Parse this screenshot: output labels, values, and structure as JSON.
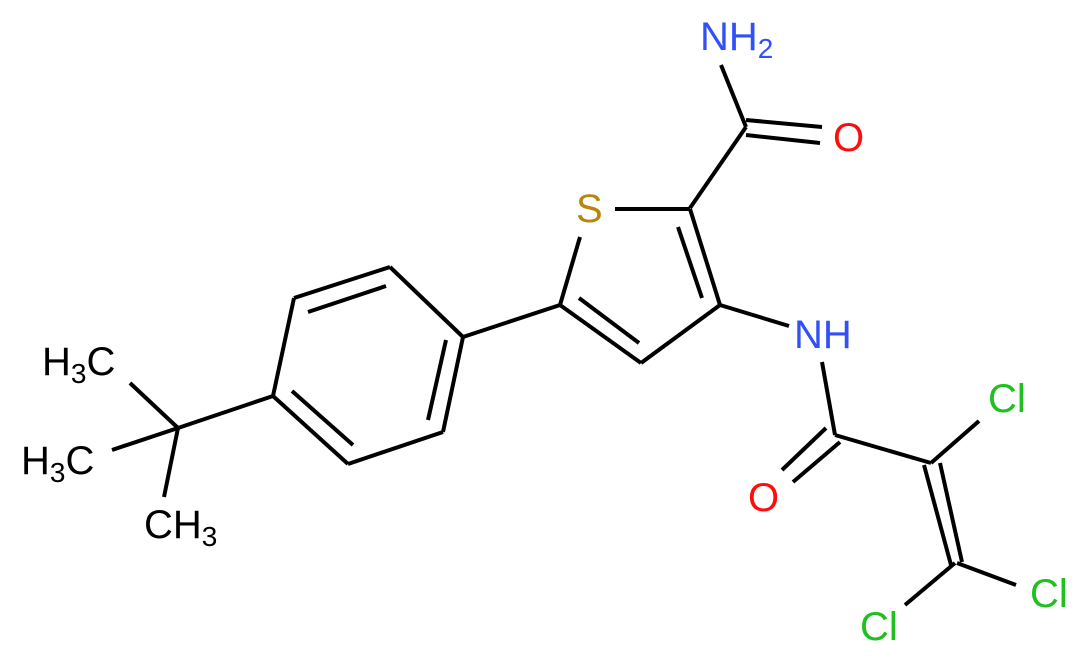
{
  "molecule": {
    "name": "5-(4-tert-butylphenyl)-3-(2,3,3-trichloroprop-2-enamido)thiophene-2-carboxamide",
    "colors": {
      "bond": "#000000",
      "carbon": "#000000",
      "nitrogen": "#3050F8",
      "oxygen": "#FF0D0D",
      "sulfur": "#B8860B",
      "chlorine": "#1FC01F",
      "background": "#FFFFFF"
    },
    "labels": {
      "amide_nh2": {
        "main": "NH",
        "sub": "2"
      },
      "amide_o": "O",
      "thiophene_s": "S",
      "nh": "NH",
      "acyl_o": "O",
      "cl_top": "Cl",
      "cl_right": "Cl",
      "cl_bottom": "Cl",
      "methyl_top": {
        "main": "H",
        "sub": "3",
        "tail": "C"
      },
      "methyl_mid": {
        "main": "H",
        "sub": "3",
        "tail": "C"
      },
      "methyl_bottom": {
        "main": "CH",
        "sub": "3"
      }
    }
  }
}
